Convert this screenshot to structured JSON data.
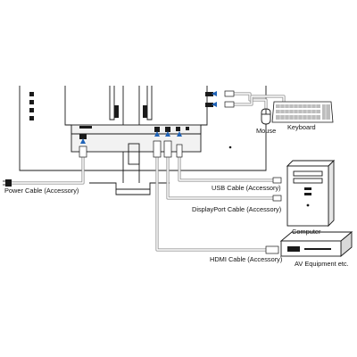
{
  "labels": {
    "mouse": "Mouse",
    "keyboard": "Keyboard",
    "power_cable": "Power Cable (Accessory)",
    "usb_cable": "USB Cable (Accessory)",
    "displayport_cable": "DisplayPort Cable (Accessory)",
    "computer": "Computer",
    "hdmi_cable": "HDMI Cable (Accessory)",
    "av_equipment": "AV Equipment etc."
  },
  "colors": {
    "line": "#1a1a1a",
    "cable": "#9a9a9a",
    "cable_fill": "#ffffff",
    "arrow": "#1f63b8",
    "panel": "#f2f2f2",
    "device": "#ffffff"
  }
}
